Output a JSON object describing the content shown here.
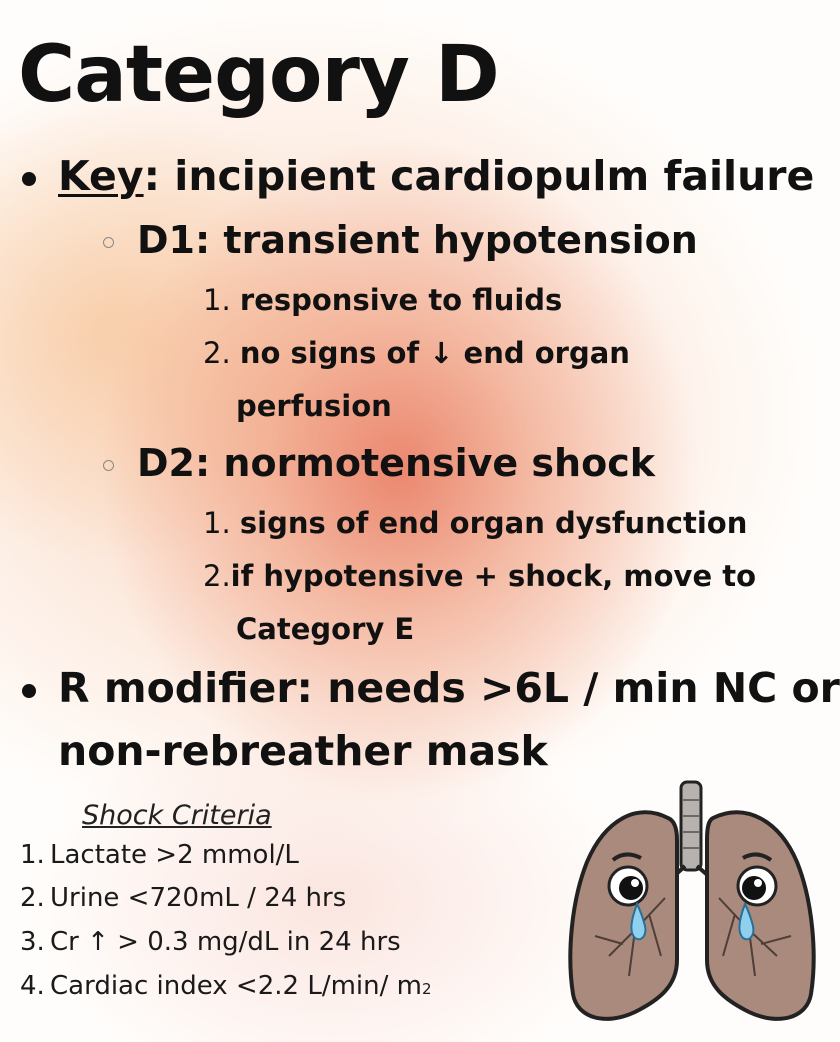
{
  "title": "Category D",
  "key": {
    "label": "Key",
    "text": ": incipient cardiopulm failure"
  },
  "d1": {
    "heading": "D1: transient hypotension",
    "items": [
      {
        "n": "1.",
        "text": "responsive to fluids"
      },
      {
        "n": "2.",
        "text": "no signs of ↓ end organ",
        "cont": "perfusion"
      }
    ]
  },
  "d2": {
    "heading": "D2: normotensive shock",
    "items": [
      {
        "n": "1.",
        "text": "signs of end organ dysfunction"
      },
      {
        "n": "2.",
        "text": "if hypotensive + shock, move to",
        "cont": "Category E"
      }
    ]
  },
  "r_modifier": {
    "line1": "R modifier:  needs >6L / min NC or",
    "line2": "non-rebreather mask"
  },
  "shock_criteria": {
    "heading": "Shock Criteria",
    "items": [
      {
        "n": "1.",
        "text": "Lactate >2 mmol/L"
      },
      {
        "n": "2.",
        "text": "Urine <720mL / 24 hrs"
      },
      {
        "n": "3.",
        "text": "Cr ↑ > 0.3 mg/dL in 24 hrs"
      },
      {
        "n": "4.",
        "text": "Cardiac index <2.2 L/min/ m",
        "sub": "2"
      }
    ]
  },
  "illustration": {
    "icon": "sad-lungs-icon"
  }
}
